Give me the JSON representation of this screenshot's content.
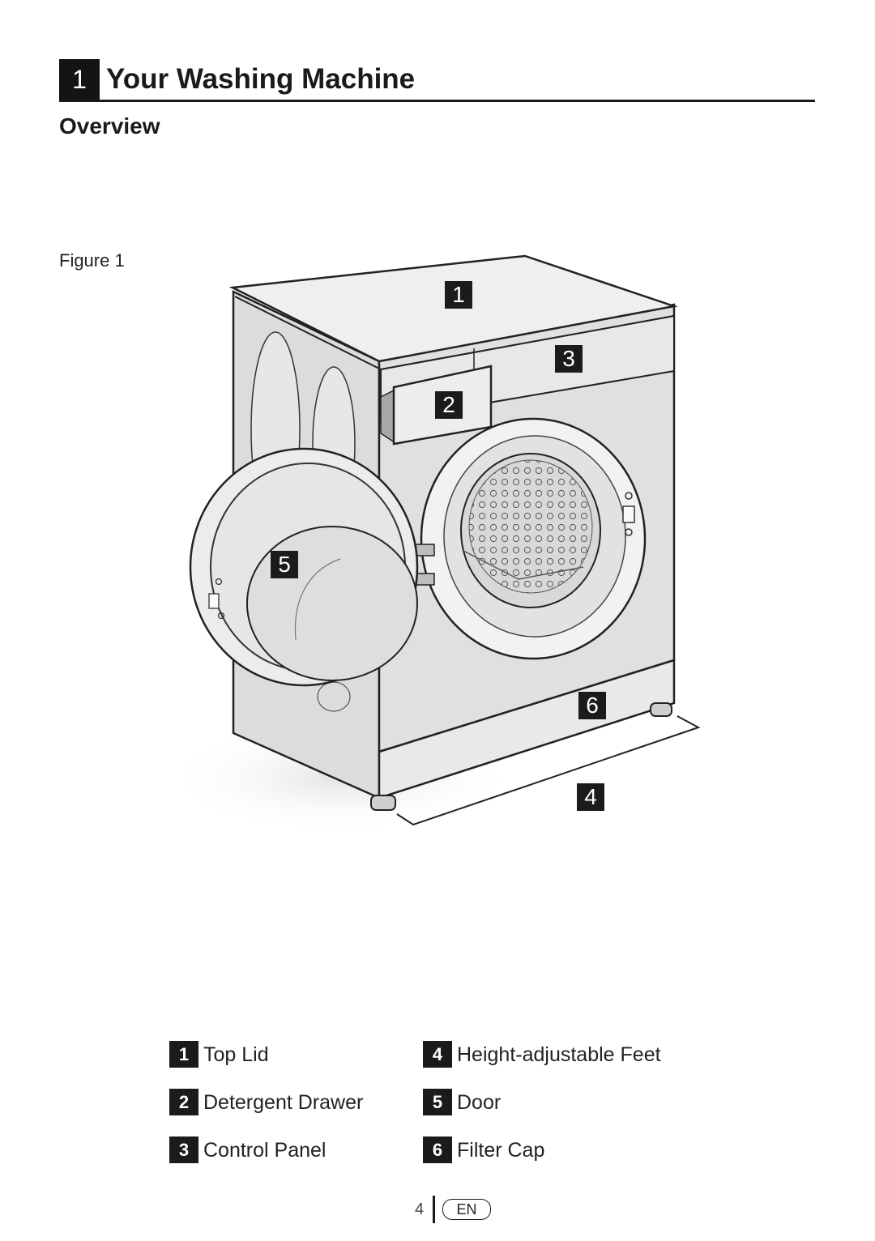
{
  "chapter": {
    "number": "1",
    "title": "Your Washing Machine"
  },
  "section": {
    "title": "Overview"
  },
  "figure": {
    "label": "Figure 1",
    "callouts": [
      "1",
      "2",
      "3",
      "5",
      "6",
      "4"
    ]
  },
  "legend": [
    {
      "num": "1",
      "label": "Top Lid"
    },
    {
      "num": "2",
      "label": "Detergent Drawer"
    },
    {
      "num": "3",
      "label": "Control Panel"
    },
    {
      "num": "4",
      "label": "Height-adjustable Feet"
    },
    {
      "num": "5",
      "label": "Door"
    },
    {
      "num": "6",
      "label": "Filter Cap"
    }
  ],
  "footer": {
    "page": "4",
    "language": "EN"
  }
}
